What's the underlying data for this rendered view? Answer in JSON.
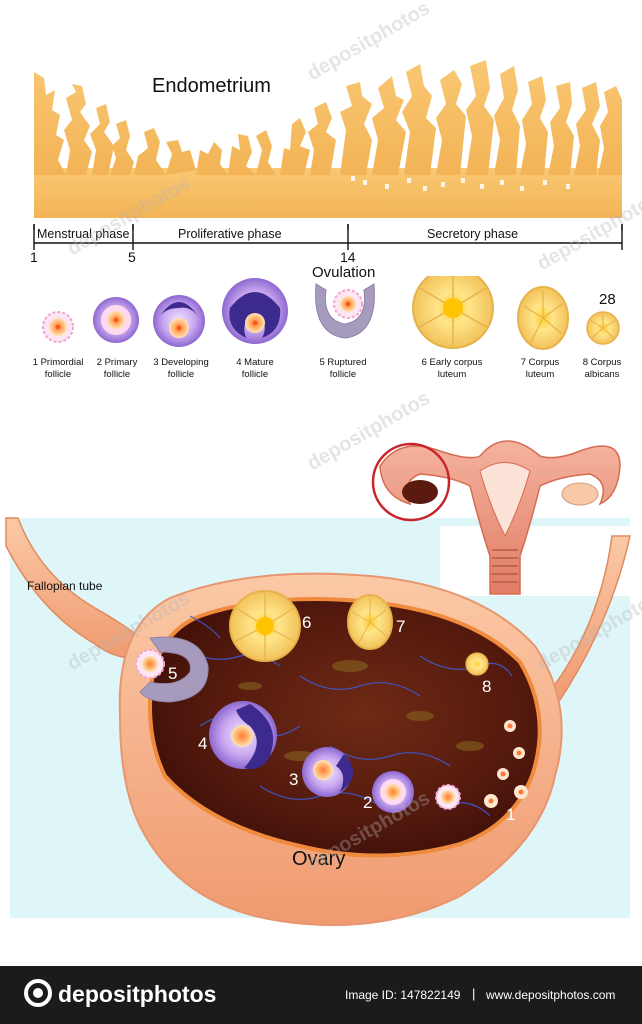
{
  "title": "Endometrium",
  "phases": {
    "menstrual": "Menstrual phase",
    "proliferative": "Proliferative phase",
    "secretory": "Secretory phase"
  },
  "day_markers": {
    "d1": "1",
    "d5": "5",
    "d14": "14",
    "d28": "28"
  },
  "ovulation": "Ovulation",
  "stages": [
    {
      "line1": "1 Primordial",
      "line2": "follicle"
    },
    {
      "line1": "2 Primary",
      "line2": "follicle"
    },
    {
      "line1": "3 Developing",
      "line2": "follicle"
    },
    {
      "line1": "4 Mature",
      "line2": "follicle"
    },
    {
      "line1": "5 Ruptured",
      "line2": "follicle"
    },
    {
      "line1": "6 Early corpus",
      "line2": "luteum"
    },
    {
      "line1": "7 Corpus",
      "line2": "luteum"
    },
    {
      "line1": "8 Corpus",
      "line2": "albicans"
    }
  ],
  "ovary_label": "Ovary",
  "fallopian_label": "Fallopian tube",
  "ovary_numbers": [
    "1",
    "2",
    "3",
    "4",
    "5",
    "6",
    "7",
    "8"
  ],
  "watermark": "depositphotos",
  "footer": {
    "brand": "depositphotos",
    "image_id": "Image ID: 147822149",
    "separator": "|",
    "site": "www.depositphotos.com"
  },
  "colors": {
    "endometrium": "#f7be5f",
    "ovary_inner": "#5a1a10",
    "ovary_outer": "#f4a77d",
    "background_panel": "#dff6f8",
    "follicle_purple": "#9b78d6",
    "corpus_yellow": "#f6c956"
  }
}
